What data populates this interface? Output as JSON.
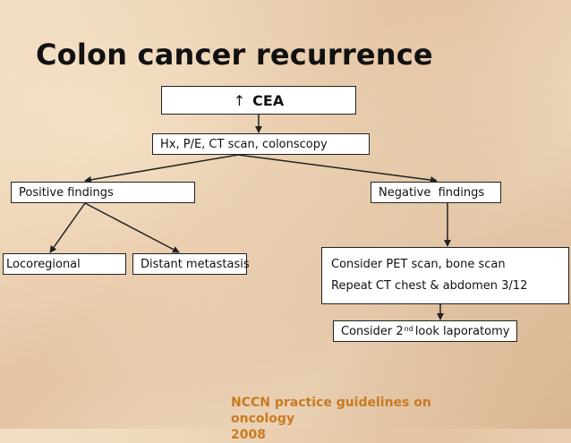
{
  "title": "Colon cancer recurrence",
  "nodes": {
    "cea": {
      "arrow": "↑",
      "label": "CEA"
    },
    "workup": "Hx, P/E, CT scan, colonscopy",
    "positive": "Positive findings",
    "negative": "Negative  findings",
    "locoregional": "Locoregional",
    "distant": "Distant metastasis",
    "consider_pet": "Consider PET scan, bone scan",
    "repeat_ct": "Repeat CT chest & abdomen 3/12",
    "second_look": {
      "pre": "Consider 2",
      "sup": "nd",
      "post": "look laporatomy"
    }
  },
  "citation": {
    "line1": "NCCN practice guidelines on oncology",
    "line2": "2008"
  },
  "colors": {
    "citation": "#c87b22",
    "box_border": "#222222"
  }
}
